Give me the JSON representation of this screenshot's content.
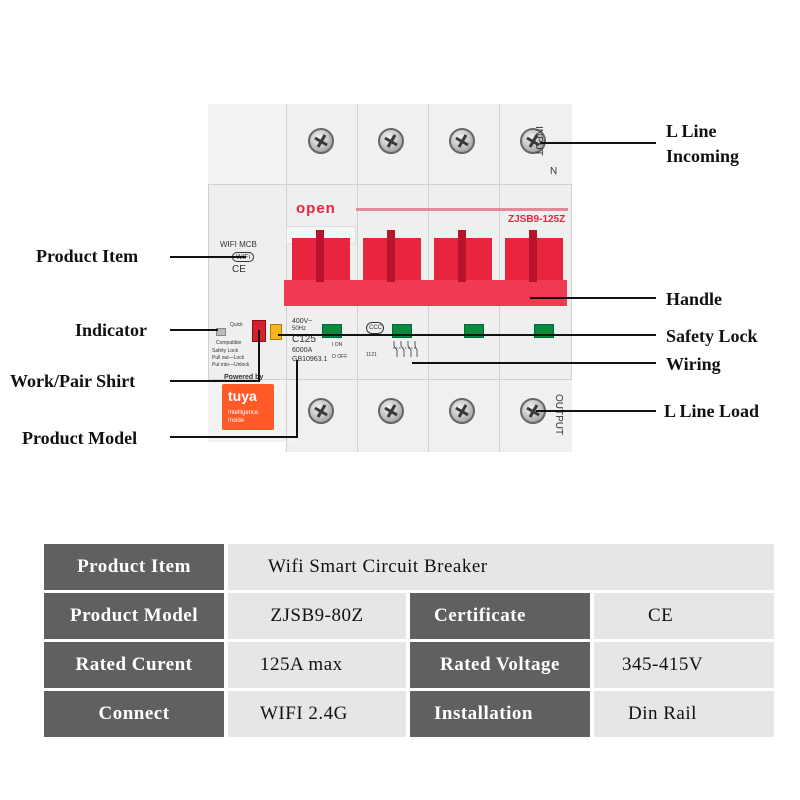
{
  "breaker": {
    "brand": "open",
    "model_label": "ZJSB9-125Z",
    "left_panel": {
      "wifi_mcb": "WIFI MCB",
      "wifi_badge": "WiFi",
      "ce": "CE",
      "quick": "Quick",
      "compatible": "Compatible",
      "safety_lock": "Safety Lock",
      "pull_out": "Pull out—Lock",
      "put_into": "Put into—Unlock",
      "powered_by": "Powered by",
      "tuya": "tuya",
      "intelligence": "Intelligence",
      "inside": "Inside"
    },
    "rating_panel": {
      "voltage": "400V~",
      "frequency": "50Hz",
      "curve": "C125",
      "breaking": "6000A",
      "standard": "GB10963.1",
      "on": "I ON",
      "off": "O OFF",
      "cert": "CCC",
      "cert_code": "1121"
    },
    "input_label": "INPUT",
    "n_label": "N",
    "output_label": "OUTPUT"
  },
  "callouts": {
    "l_line_incoming_1": "L Line",
    "l_line_incoming_2": "Incoming",
    "product_item": "Product Item",
    "indicator": "Indicator",
    "work_pair_shirt": "Work/Pair Shirt",
    "product_model": "Product Model",
    "handle": "Handle",
    "safety_lock": "Safety Lock",
    "wiring": "Wiring",
    "l_line_load": "L Line Load"
  },
  "specs": {
    "product_item_label": "Product Item",
    "product_item_value": "Wifi Smart Circuit Breaker",
    "product_model_label": "Product Model",
    "product_model_value": "ZJSB9-80Z",
    "certificate_label": "Certificate",
    "certificate_value": "CE",
    "rated_current_label": "Rated Curent",
    "rated_current_value": "125A max",
    "rated_voltage_label": "Rated Voltage",
    "rated_voltage_value": "345-415V",
    "connect_label": "Connect",
    "connect_value": "WIFI 2.4G",
    "installation_label": "Installation",
    "installation_value": "Din Rail"
  },
  "colors": {
    "handle_red": "#e8243e",
    "indicator_green": "#0b8a3a",
    "table_header_gray": "#606060",
    "table_value_gray": "#e6e6e6",
    "tuya_orange": "#ff5a28"
  }
}
